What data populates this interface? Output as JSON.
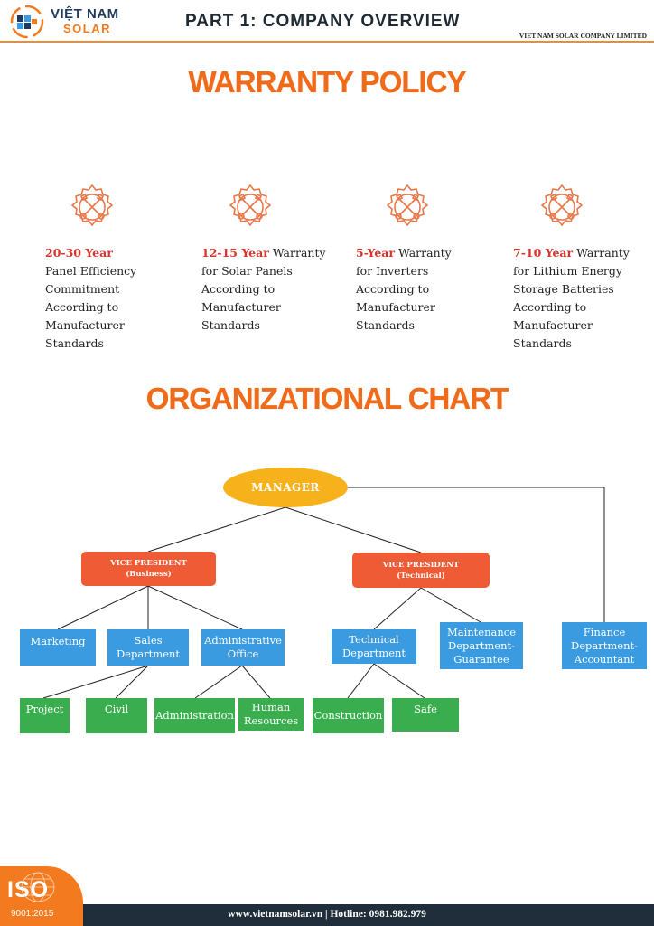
{
  "header": {
    "logo_line1": "VIỆT NAM",
    "logo_line2": "SOLAR",
    "part_title": "PART 1: COMPANY OVERVIEW",
    "company_name": "VIET NAM SOLAR COMPANY LIMITED",
    "icons": [
      "solar-logo-icon"
    ]
  },
  "warranty": {
    "title": "WARRANTY POLICY",
    "icon": "wrench-screwdriver-gear-icon",
    "items": [
      {
        "highlight": "20-30 Year",
        "line1": "",
        "rest": [
          "Panel Efficiency",
          "Commitment",
          "According to",
          "Manufacturer",
          "Standards"
        ]
      },
      {
        "highlight": "12-15 Year",
        "line1": " Warranty",
        "rest": [
          "for Solar Panels",
          "According to",
          "Manufacturer",
          "Standards"
        ]
      },
      {
        "highlight": "5-Year",
        "line1": " Warranty",
        "rest": [
          "for Inverters",
          "According to",
          "Manufacturer",
          "Standards"
        ]
      },
      {
        "highlight": "7-10 Year",
        "line1": " Warranty",
        "rest": [
          "for Lithium Energy",
          "Storage Batteries",
          "According to",
          "Manufacturer",
          "Standards"
        ]
      }
    ]
  },
  "org_chart": {
    "title": "ORGANIZATIONAL CHART",
    "manager": "MANAGER",
    "vp_business": {
      "line1": "VICE PRESIDENT",
      "line2": "(Business)"
    },
    "vp_technical": {
      "line1": "VICE PRESIDENT",
      "line2": "(Technical)"
    },
    "departments": {
      "marketing": "Marketing",
      "sales": [
        "Sales",
        "Department"
      ],
      "admin_office": [
        "Administrative",
        "Office"
      ],
      "technical": [
        "Technical",
        "Department"
      ],
      "maintenance": [
        "Maintenance",
        "Department-",
        "Guarantee"
      ],
      "finance": [
        "Finance",
        "Department-",
        "Accountant"
      ]
    },
    "sub_units": {
      "project": "Project",
      "civil": "Civil",
      "administration": "Administration",
      "human_resources": [
        "Human",
        "Resources"
      ],
      "construction": "Construction",
      "safe": "Safe"
    },
    "colors": {
      "manager": "#f7b21b",
      "vice_president": "#ef5b35",
      "department": "#3a9be0",
      "sub_unit": "#3aae4e"
    }
  },
  "footer": {
    "text": "www.vietnamsolar.vn | Hotline: 0981.982.979",
    "iso": "ISO",
    "iso_number": "9001:2015",
    "icons": [
      "globe-icon"
    ]
  },
  "colors": {
    "accent_orange": "#ef6b1a",
    "highlight_red": "#d9342b",
    "footer_navy": "#1f2e3a"
  }
}
